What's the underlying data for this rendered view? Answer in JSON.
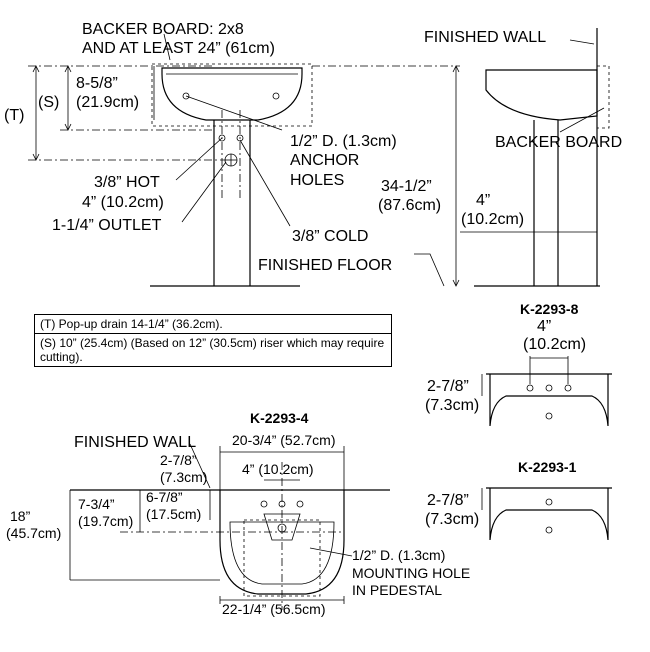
{
  "side_view": {
    "backer_board_line1": "BACKER BOARD: 2x8",
    "backer_board_line2": "AND AT LEAST 24” (61cm)",
    "t_label": "(T)",
    "s_label": "(S)",
    "height_in": "8-5/8”",
    "height_cm": "(21.9cm)",
    "anchor_line1": "1/2” D. (1.3cm)",
    "anchor_line2": "ANCHOR",
    "anchor_line3": "HOLES",
    "hot": "3/8” HOT",
    "hot_dim": "4” (10.2cm)",
    "outlet": "1-1/4” OUTLET",
    "cold": "3/8” COLD",
    "floor_in": "34-1/2”",
    "floor_cm": "(87.6cm)",
    "finished_floor": "FINISHED FLOOR"
  },
  "profile_view": {
    "finished_wall": "FINISHED WALL",
    "backer_board": "BACKER BOARD",
    "dim_in": "4”",
    "dim_cm": "(10.2cm)"
  },
  "notes": {
    "t_note": "(T) Pop-up drain 14-1/4” (36.2cm).",
    "s_note": "(S) 10” (25.4cm) (Based on 12” (30.5cm) riser which may require cutting)."
  },
  "k2293_8": {
    "title": "K-2293-8",
    "spread_in": "4”",
    "spread_cm": "(10.2cm)",
    "dim_in": "2-7/8”",
    "dim_cm": "(7.3cm)"
  },
  "k2293_1": {
    "title": "K-2293-1",
    "dim_in": "2-7/8”",
    "dim_cm": "(7.3cm)"
  },
  "top_view": {
    "title": "K-2293-4",
    "finished_wall": "FINISHED WALL",
    "width": "20-3/4” (52.7cm)",
    "dim_a_in": "2-7/8”",
    "dim_a_cm": "(7.3cm)",
    "spread": "4” (10.2cm)",
    "depth_in": "18”",
    "depth_cm": "(45.7cm)",
    "b_in": "7-3/4”",
    "b_cm": "(19.7cm)",
    "c_in": "6-7/8”",
    "c_cm": "(17.5cm)",
    "mount_line1": "1/2” D. (1.3cm)",
    "mount_line2": "MOUNTING HOLE",
    "mount_line3": "IN PEDESTAL",
    "base_width": "22-1/4” (56.5cm)"
  }
}
